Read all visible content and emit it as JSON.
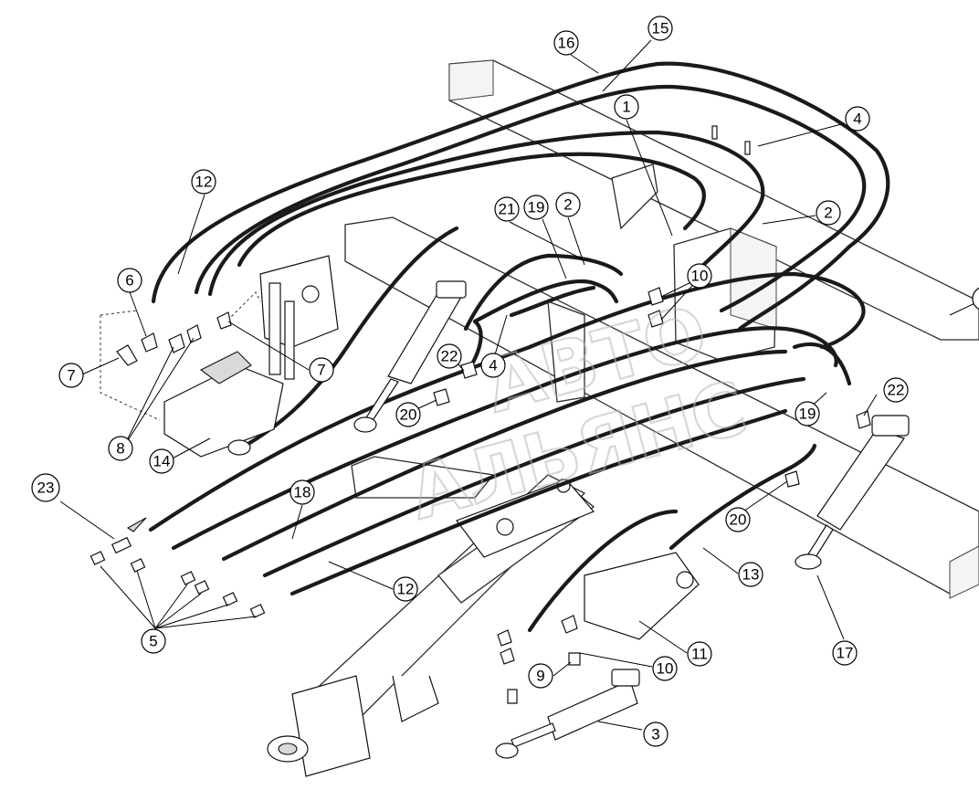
{
  "diagram": {
    "callouts": [
      "1",
      "2",
      "2",
      "3",
      "4",
      "4",
      "5",
      "6",
      "7",
      "7",
      "8",
      "9",
      "10",
      "10",
      "11",
      "12",
      "12",
      "13",
      "14",
      "15",
      "16",
      "17",
      "18",
      "19",
      "19",
      "20",
      "20",
      "21",
      "22",
      "22",
      "23"
    ],
    "watermark": {
      "line1": "АВТО",
      "line2": "АЛЬЯНС"
    }
  }
}
